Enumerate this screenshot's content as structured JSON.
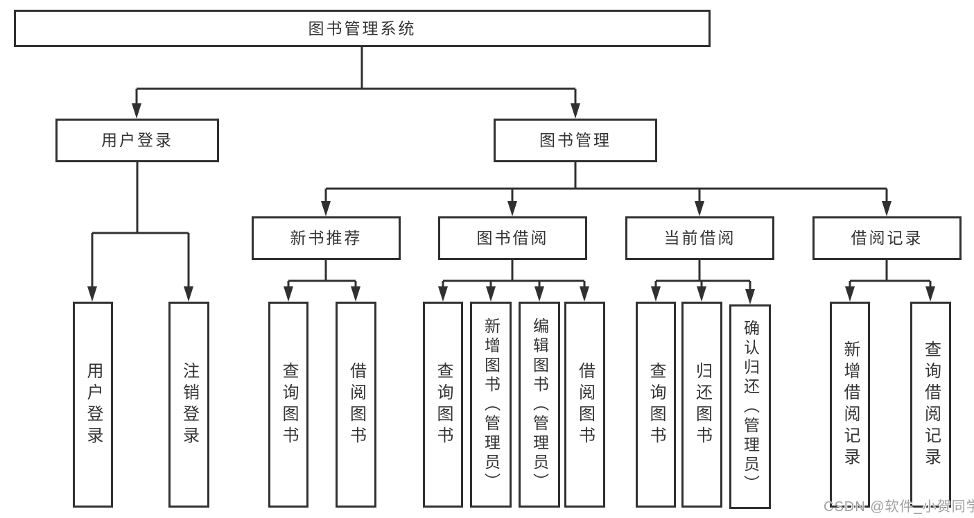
{
  "diagram": {
    "watermark": "CSDN @软件_小贺同学",
    "colors": {
      "line": "#303030",
      "text": "#333333",
      "watermark": "#a0a0a0",
      "background": "#ffffff"
    },
    "tree": {
      "label": "图书管理系统",
      "children": [
        {
          "label": "用户登录",
          "children": [
            {
              "label": "用户登录"
            },
            {
              "label": "注销登录"
            }
          ]
        },
        {
          "label": "图书管理",
          "children": [
            {
              "label": "新书推荐",
              "children": [
                {
                  "label": "查询图书"
                },
                {
                  "label": "借阅图书"
                }
              ]
            },
            {
              "label": "图书借阅",
              "children": [
                {
                  "label": "查询图书"
                },
                {
                  "label": "新增图书（管理员）"
                },
                {
                  "label": "编辑图书（管理员）"
                },
                {
                  "label": "借阅图书"
                }
              ]
            },
            {
              "label": "当前借阅",
              "children": [
                {
                  "label": "查询图书"
                },
                {
                  "label": "归还图书"
                },
                {
                  "label": "确认归还（管理员）"
                }
              ]
            },
            {
              "label": "借阅记录",
              "children": [
                {
                  "label": "新增借阅记录"
                },
                {
                  "label": "查询借阅记录"
                }
              ]
            }
          ]
        }
      ]
    }
  }
}
